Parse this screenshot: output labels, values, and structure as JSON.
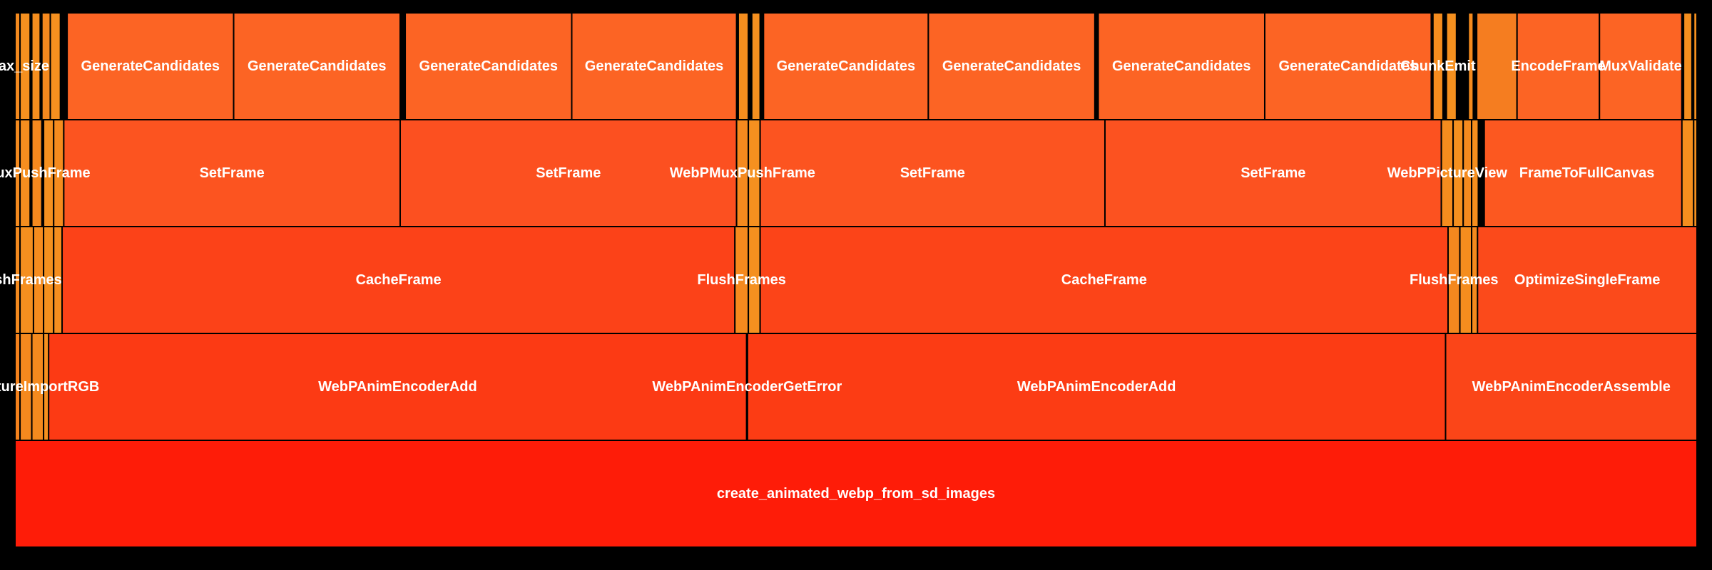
{
  "chart_data": {
    "type": "flamegraph",
    "title": "",
    "x_range": [
      0,
      100
    ],
    "levels": 5,
    "frames": [
      {
        "name": "create_animated_webp_from_sd_images",
        "start": 0,
        "width": 100,
        "depth": 0,
        "label": "create_animated_webp_from_sd_images",
        "color": "#fe1c08"
      },
      {
        "name": "WebPPictureImportRGB",
        "start": 0.0,
        "width": 0.3,
        "depth": 1,
        "label": "WebPPictureImportRGB",
        "color": "#f5821c"
      },
      {
        "name": "WebPPictureImportRGB",
        "start": 0.3,
        "width": 0.7,
        "depth": 1,
        "label": "",
        "color": "#f5891e"
      },
      {
        "name": "WebPPictureImportRGB",
        "start": 1.0,
        "width": 0.7,
        "depth": 1,
        "label": "",
        "color": "#f38a1e"
      },
      {
        "name": "WebPPictureImportRGB",
        "start": 1.7,
        "width": 0.6,
        "depth": 1,
        "label": "",
        "color": "#f5901e"
      },
      {
        "name": "WebPAnimEncoderAdd",
        "start": 2.0,
        "width": 41.5,
        "depth": 1,
        "label": "WebPAnimEncoderAdd",
        "color": "#fc3a14"
      },
      {
        "name": "WebPAnimEncoderGetError",
        "start": 43.5,
        "width": 0.05,
        "depth": 1,
        "label": "WebPAnimEncoderGetError",
        "color": "#fc3a14"
      },
      {
        "name": "WebPAnimEncoderAdd",
        "start": 43.55,
        "width": 41.5,
        "depth": 1,
        "label": "WebPAnimEncoderAdd",
        "color": "#fc3c14"
      },
      {
        "name": "WebPAnimEncoderAssemble",
        "start": 85.05,
        "width": 14.95,
        "depth": 1,
        "label": "WebPAnimEncoderAssemble",
        "color": "#fb4518"
      },
      {
        "name": "FlushFrames",
        "start": 0.0,
        "width": 0.3,
        "depth": 2,
        "label": "FlushFrames",
        "color": "#f48a1e"
      },
      {
        "name": "FlushFrames",
        "start": 0.3,
        "width": 0.8,
        "depth": 2,
        "label": "",
        "color": "#f58f1f"
      },
      {
        "name": "FlushFrames",
        "start": 1.1,
        "width": 0.6,
        "depth": 2,
        "label": "",
        "color": "#f68c1e"
      },
      {
        "name": "FlushFrames",
        "start": 1.7,
        "width": 0.6,
        "depth": 2,
        "label": "",
        "color": "#f4901e"
      },
      {
        "name": "FlushFrames",
        "start": 2.3,
        "width": 0.7,
        "depth": 2,
        "label": "",
        "color": "#f58e1f"
      },
      {
        "name": "CacheFrame",
        "start": 2.8,
        "width": 40.0,
        "depth": 2,
        "label": "CacheFrame",
        "color": "#fc4218"
      },
      {
        "name": "FlushFrames",
        "start": 42.8,
        "width": 0.8,
        "depth": 2,
        "label": "FlushFrames",
        "color": "#f68a1e"
      },
      {
        "name": "FlushFrames",
        "start": 43.6,
        "width": 0.7,
        "depth": 2,
        "label": "",
        "color": "#f5901f"
      },
      {
        "name": "CacheFrame",
        "start": 44.3,
        "width": 40.9,
        "depth": 2,
        "label": "CacheFrame",
        "color": "#fc4418"
      },
      {
        "name": "FlushFrames",
        "start": 85.2,
        "width": 0.7,
        "depth": 2,
        "label": "FlushFrames",
        "color": "#f4881e"
      },
      {
        "name": "FlushFrames",
        "start": 85.9,
        "width": 0.7,
        "depth": 2,
        "label": "",
        "color": "#f58d1e"
      },
      {
        "name": "FlushFrames",
        "start": 86.6,
        "width": 0.5,
        "depth": 2,
        "label": "",
        "color": "#f58a1e"
      },
      {
        "name": "OptimizeSingleFrame",
        "start": 86.95,
        "width": 14.95,
        "depth": 2,
        "label": "OptimizeSingleFrame",
        "color": "#fb4a1b"
      },
      {
        "name": "WebPMuxPushFrame",
        "start": 0.0,
        "width": 0.3,
        "depth": 3,
        "label": "WebPMuxPushFrame",
        "color": "#f48a1e"
      },
      {
        "name": "WebPMuxPushFrame",
        "start": 0.3,
        "width": 0.6,
        "depth": 3,
        "label": "",
        "color": "#f58e1f"
      },
      {
        "name": "WebPMuxPushFrame",
        "start": 1.0,
        "width": 0.6,
        "depth": 3,
        "label": "",
        "color": "#f5891e"
      },
      {
        "name": "WebPMuxPushFrame",
        "start": 1.7,
        "width": 0.6,
        "depth": 3,
        "label": "",
        "color": "#f5901f"
      },
      {
        "name": "WebPMuxPushFrame",
        "start": 2.3,
        "width": 0.6,
        "depth": 3,
        "label": "",
        "color": "#f58b1e"
      },
      {
        "name": "SetFrame",
        "start": 2.9,
        "width": 20.0,
        "depth": 3,
        "label": "SetFrame",
        "color": "#fc5420"
      },
      {
        "name": "SetFrame",
        "start": 22.9,
        "width": 20.0,
        "depth": 3,
        "label": "SetFrame",
        "color": "#fc5020"
      },
      {
        "name": "WebPMuxPushFrame",
        "start": 42.9,
        "width": 0.7,
        "depth": 3,
        "label": "WebPMuxPushFrame",
        "color": "#f58a1e"
      },
      {
        "name": "WebPMuxPushFrame",
        "start": 43.6,
        "width": 0.7,
        "depth": 3,
        "label": "",
        "color": "#f5901f"
      },
      {
        "name": "SetFrame",
        "start": 44.3,
        "width": 20.5,
        "depth": 3,
        "label": "SetFrame",
        "color": "#fc5420"
      },
      {
        "name": "SetFrame",
        "start": 64.8,
        "width": 20.0,
        "depth": 3,
        "label": "SetFrame",
        "color": "#fc5220"
      },
      {
        "name": "WebPPictureView",
        "start": 84.8,
        "width": 0.7,
        "depth": 3,
        "label": "WebPPictureView",
        "color": "#f58c1e"
      },
      {
        "name": "WebPPictureView",
        "start": 85.5,
        "width": 0.6,
        "depth": 3,
        "label": "",
        "color": "#f5901f"
      },
      {
        "name": "WebPPictureView",
        "start": 86.1,
        "width": 0.5,
        "depth": 3,
        "label": "",
        "color": "#f58a1e"
      },
      {
        "name": "WebPPictureView",
        "start": 86.6,
        "width": 0.4,
        "depth": 3,
        "label": "",
        "color": "#f58e1e"
      },
      {
        "name": "FrameToFullCanvas",
        "start": 87.35,
        "width": 12.2,
        "depth": 3,
        "label": "FrameToFullCanvas",
        "color": "#fc5820"
      },
      {
        "name": "FrameToFullCanvas",
        "start": 99.1,
        "width": 0.7,
        "depth": 3,
        "label": "",
        "color": "#f58e1e"
      },
      {
        "name": "FrameToFullCanvas",
        "start": 99.8,
        "width": 0.4,
        "depth": 3,
        "label": "",
        "color": "#f5901f"
      },
      {
        "name": "max_size",
        "start": 0.0,
        "width": 0.3,
        "depth": 4,
        "label": "max_size",
        "color": "#f48a1e"
      },
      {
        "name": "max_size",
        "start": 0.3,
        "width": 0.6,
        "depth": 4,
        "label": "",
        "color": "#f5901f"
      },
      {
        "name": "max_size",
        "start": 1.0,
        "width": 0.5,
        "depth": 4,
        "label": "",
        "color": "#f58e1e"
      },
      {
        "name": "max_size",
        "start": 1.6,
        "width": 0.5,
        "depth": 4,
        "label": "",
        "color": "#f5891e"
      },
      {
        "name": "max_size",
        "start": 2.1,
        "width": 0.6,
        "depth": 4,
        "label": "",
        "color": "#f5901f"
      },
      {
        "name": "GenerateCandidates",
        "start": 3.1,
        "width": 9.9,
        "depth": 4,
        "label": "GenerateCandidates",
        "color": "#fc6424"
      },
      {
        "name": "GenerateCandidates",
        "start": 13.0,
        "width": 9.9,
        "depth": 4,
        "label": "GenerateCandidates",
        "color": "#fc6424"
      },
      {
        "name": "GenerateCandidates",
        "start": 23.2,
        "width": 9.9,
        "depth": 4,
        "label": "GenerateCandidates",
        "color": "#fc6424"
      },
      {
        "name": "GenerateCandidates",
        "start": 33.1,
        "width": 9.8,
        "depth": 4,
        "label": "GenerateCandidates",
        "color": "#fc6424"
      },
      {
        "name": "GenerateCandidates",
        "start": 43.0,
        "width": 0.6,
        "depth": 4,
        "label": "",
        "color": "#f58e1e"
      },
      {
        "name": "GenerateCandidates",
        "start": 43.8,
        "width": 0.5,
        "depth": 4,
        "label": "",
        "color": "#f5901f"
      },
      {
        "name": "GenerateCandidates",
        "start": 44.5,
        "width": 9.8,
        "depth": 4,
        "label": "GenerateCandidates",
        "color": "#fc6424"
      },
      {
        "name": "GenerateCandidates",
        "start": 54.3,
        "width": 9.9,
        "depth": 4,
        "label": "GenerateCandidates",
        "color": "#fc6424"
      },
      {
        "name": "GenerateCandidates",
        "start": 64.4,
        "width": 9.9,
        "depth": 4,
        "label": "GenerateCandidates",
        "color": "#fc6424"
      },
      {
        "name": "GenerateCandidates",
        "start": 74.3,
        "width": 9.9,
        "depth": 4,
        "label": "GenerateCandidates",
        "color": "#fc6424"
      },
      {
        "name": "ChunkEmit",
        "start": 84.3,
        "width": 0.6,
        "depth": 4,
        "label": "ChunkEmit",
        "color": "#f58c1e"
      },
      {
        "name": "ChunkEmit",
        "start": 85.1,
        "width": 0.6,
        "depth": 4,
        "label": "",
        "color": "#f5901f"
      },
      {
        "name": "ChunkEmit",
        "start": 86.4,
        "width": 0.3,
        "depth": 4,
        "label": "",
        "color": "#f58a1e"
      },
      {
        "name": "ChunkEmit",
        "start": 86.9,
        "width": 2.4,
        "depth": 4,
        "label": "",
        "color": "#f57d20"
      },
      {
        "name": "EncodeFrame",
        "start": 89.3,
        "width": 4.9,
        "depth": 4,
        "label": "EncodeFrame",
        "color": "#fc6424"
      },
      {
        "name": "MuxValidate",
        "start": 94.2,
        "width": 4.9,
        "depth": 4,
        "label": "MuxValidate",
        "color": "#fc6424"
      },
      {
        "name": "MuxValidate",
        "start": 99.2,
        "width": 0.5,
        "depth": 4,
        "label": "",
        "color": "#f58e1e"
      },
      {
        "name": "MuxValidate",
        "start": 99.8,
        "width": 0.2,
        "depth": 4,
        "label": "",
        "color": "#f5901f"
      }
    ]
  }
}
